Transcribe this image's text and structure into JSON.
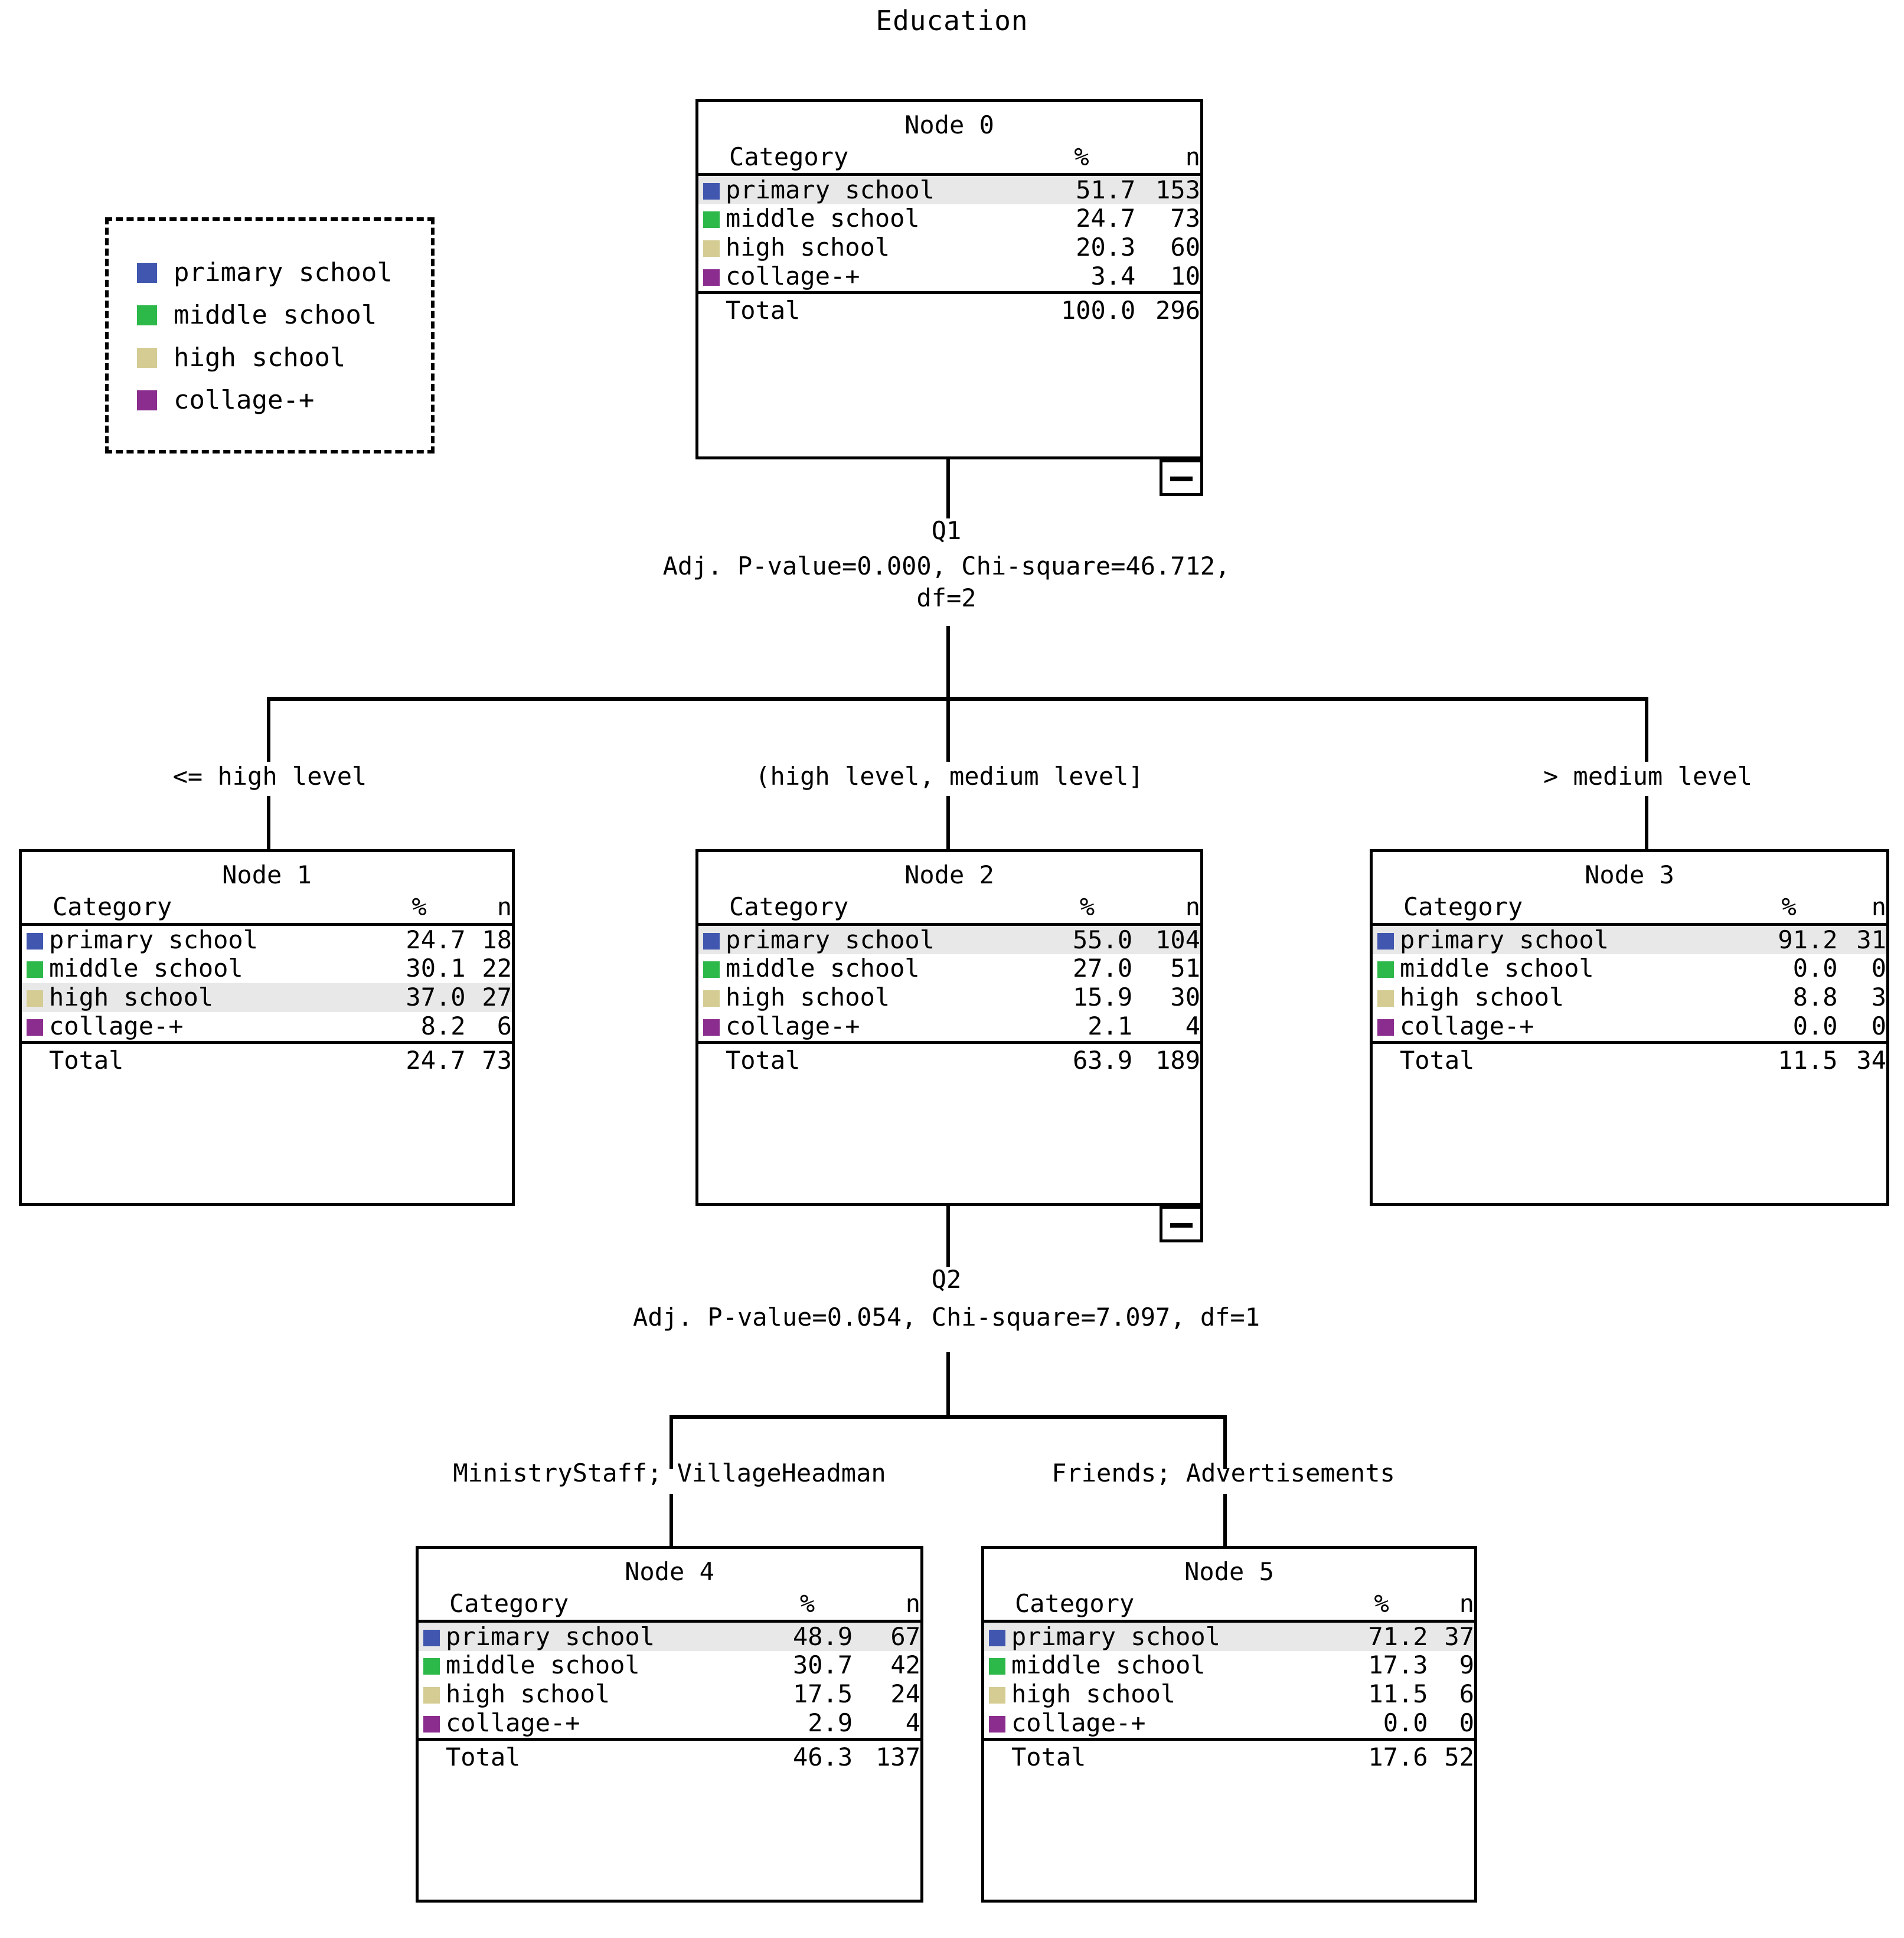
{
  "title": "Education",
  "colors": {
    "primary_school": "#4157AF",
    "middle_school": "#2DB84A",
    "high_school": "#D4CC93",
    "collage_plus": "#8B2D8E",
    "highlight_row": "#E8E8E8",
    "line": "#000000"
  },
  "legend": {
    "items": [
      {
        "label": "primary school",
        "color": "#4157AF"
      },
      {
        "label": "middle school",
        "color": "#2DB84A"
      },
      {
        "label": "high school",
        "color": "#D4CC93"
      },
      {
        "label": "collage-+",
        "color": "#8B2D8E"
      }
    ]
  },
  "table_headers": {
    "category": "Category",
    "pct": "%",
    "n": "n",
    "total": "Total"
  },
  "nodes": {
    "node0": {
      "title": "Node 0",
      "rows": [
        {
          "label": "primary school",
          "pct": "51.7",
          "n": "153"
        },
        {
          "label": "middle school",
          "pct": "24.7",
          "n": "73"
        },
        {
          "label": "high school",
          "pct": "20.3",
          "n": "60"
        },
        {
          "label": "collage-+",
          "pct": "3.4",
          "n": "10"
        }
      ],
      "total": {
        "label": "Total",
        "pct": "100.0",
        "n": "296"
      },
      "highlight_index": 0
    },
    "node1": {
      "title": "Node 1",
      "rows": [
        {
          "label": "primary school",
          "pct": "24.7",
          "n": "18"
        },
        {
          "label": "middle school",
          "pct": "30.1",
          "n": "22"
        },
        {
          "label": "high school",
          "pct": "37.0",
          "n": "27"
        },
        {
          "label": "collage-+",
          "pct": "8.2",
          "n": "6"
        }
      ],
      "total": {
        "label": "Total",
        "pct": "24.7",
        "n": "73"
      },
      "highlight_index": 2
    },
    "node2": {
      "title": "Node 2",
      "rows": [
        {
          "label": "primary school",
          "pct": "55.0",
          "n": "104"
        },
        {
          "label": "middle school",
          "pct": "27.0",
          "n": "51"
        },
        {
          "label": "high school",
          "pct": "15.9",
          "n": "30"
        },
        {
          "label": "collage-+",
          "pct": "2.1",
          "n": "4"
        }
      ],
      "total": {
        "label": "Total",
        "pct": "63.9",
        "n": "189"
      },
      "highlight_index": 0
    },
    "node3": {
      "title": "Node 3",
      "rows": [
        {
          "label": "primary school",
          "pct": "91.2",
          "n": "31"
        },
        {
          "label": "middle school",
          "pct": "0.0",
          "n": "0"
        },
        {
          "label": "high school",
          "pct": "8.8",
          "n": "3"
        },
        {
          "label": "collage-+",
          "pct": "0.0",
          "n": "0"
        }
      ],
      "total": {
        "label": "Total",
        "pct": "11.5",
        "n": "34"
      },
      "highlight_index": 0
    },
    "node4": {
      "title": "Node 4",
      "rows": [
        {
          "label": "primary school",
          "pct": "48.9",
          "n": "67"
        },
        {
          "label": "middle school",
          "pct": "30.7",
          "n": "42"
        },
        {
          "label": "high school",
          "pct": "17.5",
          "n": "24"
        },
        {
          "label": "collage-+",
          "pct": "2.9",
          "n": "4"
        }
      ],
      "total": {
        "label": "Total",
        "pct": "46.3",
        "n": "137"
      },
      "highlight_index": 0
    },
    "node5": {
      "title": "Node 5",
      "rows": [
        {
          "label": "primary school",
          "pct": "71.2",
          "n": "37"
        },
        {
          "label": "middle school",
          "pct": "17.3",
          "n": "9"
        },
        {
          "label": "high school",
          "pct": "11.5",
          "n": "6"
        },
        {
          "label": "collage-+",
          "pct": "0.0",
          "n": "0"
        }
      ],
      "total": {
        "label": "Total",
        "pct": "17.6",
        "n": "52"
      },
      "highlight_index": 0
    }
  },
  "splits": {
    "split1": {
      "variable": "Q1",
      "stats_line1": "Adj. P-value=0.000, Chi-square=46.712,",
      "stats_line2": "df=2",
      "branches": [
        "<= high level",
        "(high level, medium level]",
        "> medium level"
      ]
    },
    "split2": {
      "variable": "Q2",
      "stats_line1": "Adj. P-value=0.054, Chi-square=7.097, df=1",
      "stats_line2": "",
      "branches": [
        "MinistryStaff; VillageHeadman",
        "Friends; Advertisements"
      ]
    }
  },
  "chart_data": {
    "type": "tree",
    "title": "Education",
    "target_categories": [
      "primary school",
      "middle school",
      "high school",
      "collage-+"
    ],
    "total_n": 296,
    "nodes": [
      {
        "id": 0,
        "name": "Node 0",
        "parent": null,
        "split_on": null,
        "branch_from_parent": null,
        "counts": [
          153,
          73,
          60,
          10
        ],
        "percents": [
          51.7,
          24.7,
          20.3,
          3.4
        ],
        "total_pct": 100.0,
        "total_n": 296,
        "predicted": "primary school"
      },
      {
        "id": 1,
        "name": "Node 1",
        "parent": 0,
        "split_on": "Q1",
        "branch_from_parent": "<= high level",
        "counts": [
          18,
          22,
          27,
          6
        ],
        "percents": [
          24.7,
          30.1,
          37.0,
          8.2
        ],
        "total_pct": 24.7,
        "total_n": 73,
        "predicted": "high school"
      },
      {
        "id": 2,
        "name": "Node 2",
        "parent": 0,
        "split_on": "Q1",
        "branch_from_parent": "(high level, medium level]",
        "counts": [
          104,
          51,
          30,
          4
        ],
        "percents": [
          55.0,
          27.0,
          15.9,
          2.1
        ],
        "total_pct": 63.9,
        "total_n": 189,
        "predicted": "primary school"
      },
      {
        "id": 3,
        "name": "Node 3",
        "parent": 0,
        "split_on": "Q1",
        "branch_from_parent": "> medium level",
        "counts": [
          31,
          0,
          3,
          0
        ],
        "percents": [
          91.2,
          0.0,
          8.8,
          0.0
        ],
        "total_pct": 11.5,
        "total_n": 34,
        "predicted": "primary school"
      },
      {
        "id": 4,
        "name": "Node 4",
        "parent": 2,
        "split_on": "Q2",
        "branch_from_parent": "MinistryStaff; VillageHeadman",
        "counts": [
          67,
          42,
          24,
          4
        ],
        "percents": [
          48.9,
          30.7,
          17.5,
          2.9
        ],
        "total_pct": 46.3,
        "total_n": 137,
        "predicted": "primary school"
      },
      {
        "id": 5,
        "name": "Node 5",
        "parent": 2,
        "split_on": "Q2",
        "branch_from_parent": "Friends; Advertisements",
        "counts": [
          37,
          9,
          6,
          0
        ],
        "percents": [
          71.2,
          17.3,
          11.5,
          0.0
        ],
        "total_pct": 17.6,
        "total_n": 52,
        "predicted": "primary school"
      }
    ],
    "splits": [
      {
        "parent_node": 0,
        "variable": "Q1",
        "adj_p_value": 0.0,
        "chi_square": 46.712,
        "df": 2
      },
      {
        "parent_node": 2,
        "variable": "Q2",
        "adj_p_value": 0.054,
        "chi_square": 7.097,
        "df": 1
      }
    ]
  }
}
